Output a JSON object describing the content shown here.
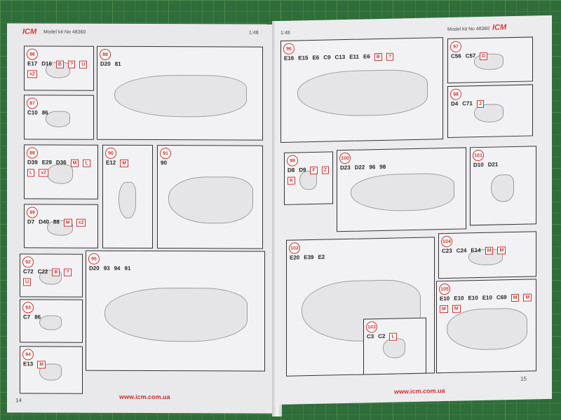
{
  "left_page": {
    "brand": "ICM",
    "model_kit": "Model kit No 48360",
    "scale": "1:48",
    "url": "www.icm.com.ua",
    "page_number": "14",
    "panels": [
      {
        "step": "86",
        "parts": [
          "E17",
          "D16"
        ],
        "markers": [
          "B",
          "?",
          "U",
          "x2"
        ]
      },
      {
        "step": "88",
        "parts": [
          "D20",
          "81"
        ],
        "markers": []
      },
      {
        "step": "87",
        "parts": [
          "C10",
          "86"
        ],
        "markers": []
      },
      {
        "step": "88",
        "parts": [
          "D39",
          "E29",
          "D36"
        ],
        "markers": [
          "M",
          "L",
          "L",
          "x2"
        ]
      },
      {
        "step": "90",
        "parts": [
          "E12"
        ],
        "markers": [
          "M"
        ]
      },
      {
        "step": "91",
        "parts": [
          "90"
        ],
        "markers": []
      },
      {
        "step": "89",
        "parts": [
          "D7",
          "D40",
          "88"
        ],
        "markers": [
          "M",
          "x2"
        ]
      },
      {
        "step": "92",
        "parts": [
          "C72",
          "C22"
        ],
        "markers": [
          "B",
          "?",
          "U"
        ]
      },
      {
        "step": "95",
        "parts": [
          "D20",
          "93",
          "94",
          "91"
        ],
        "markers": []
      },
      {
        "step": "93",
        "parts": [
          "C7",
          "86"
        ],
        "markers": []
      },
      {
        "step": "94",
        "parts": [
          "E13"
        ],
        "markers": [
          "M"
        ]
      }
    ]
  },
  "right_page": {
    "brand": "ICM",
    "model_kit": "Model kit No 48360",
    "scale": "1:48",
    "url": "www.icm.com.ua",
    "page_number": "15",
    "panels": [
      {
        "step": "96",
        "parts": [
          "E16",
          "E15",
          "E6",
          "C9",
          "C13",
          "E11",
          "E6"
        ],
        "markers": [
          "B",
          "?"
        ]
      },
      {
        "step": "97",
        "parts": [
          "C56",
          "C57"
        ],
        "markers": [
          "D"
        ]
      },
      {
        "step": "98",
        "parts": [
          "D4",
          "C71"
        ],
        "markers": [
          "J"
        ]
      },
      {
        "step": "99",
        "parts": [
          "D8",
          "D9"
        ],
        "markers": [
          "F",
          "Z",
          "K"
        ]
      },
      {
        "step": "100",
        "parts": [
          "D23",
          "D22",
          "96",
          "98"
        ],
        "markers": []
      },
      {
        "step": "101",
        "parts": [
          "D10",
          "D21"
        ],
        "markers": []
      },
      {
        "step": "102",
        "parts": [
          "E20",
          "E39",
          "E2"
        ],
        "markers": []
      },
      {
        "step": "103",
        "parts": [
          "C3",
          "C2"
        ],
        "markers": [
          "L"
        ]
      },
      {
        "step": "104",
        "parts": [
          "C23",
          "C24",
          "E14"
        ],
        "markers": [
          "M",
          "M"
        ]
      },
      {
        "step": "105",
        "parts": [
          "E10",
          "E10",
          "E10",
          "E10",
          "C69"
        ],
        "markers": [
          "M",
          "M",
          "M",
          "M"
        ]
      }
    ]
  }
}
